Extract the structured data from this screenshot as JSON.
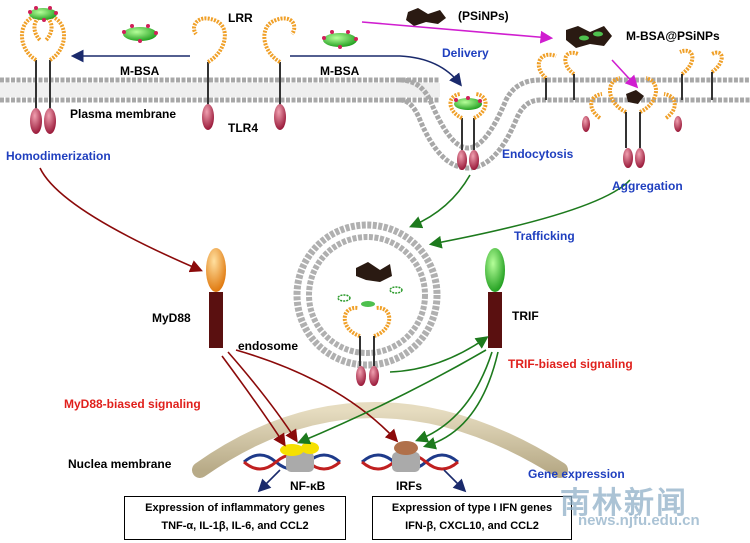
{
  "labels": {
    "lrr": "LRR",
    "psinps": "(PSiNPs)",
    "m_bsa_psinps": "M-BSA@PSiNPs",
    "m_bsa_left": "M-BSA",
    "m_bsa_mid": "M-BSA",
    "delivery": "Delivery",
    "plasma_membrane": "Plasma membrane",
    "tlr4": "TLR4",
    "homodimerization": "Homodimerization",
    "endocytosis": "Endocytosis",
    "aggregation": "Aggregation",
    "trafficking": "Trafficking",
    "myd88": "MyD88",
    "trif": "TRIF",
    "endosome": "endosome",
    "myd88_signaling": "MyD88-biased signaling",
    "trif_signaling": "TRIF-biased signaling",
    "nuclea_membrane": "Nuclea membrane",
    "gene_expression": "Gene expression",
    "nfkb": "NF-κB",
    "irfs": "IRFs"
  },
  "boxes": {
    "inflammatory_title": "Expression of inflammatory genes",
    "inflammatory_genes": "TNF-α, IL-1β, IL-6, and CCL2",
    "ifn_title": "Expression of type I IFN genes",
    "ifn_genes": "IFN-β, CXCL10, and CCL2"
  },
  "watermark": {
    "chinese": "南林新闻",
    "url": "news.njfu.edu.cn"
  },
  "colors": {
    "blue_label": "#1f3fbf",
    "red_label": "#e0201c",
    "dark_red_arrow": "#8b0a0a",
    "green_arrow": "#1d7a1d",
    "navy_arrow": "#1a2a6c",
    "magenta_arrow": "#d01ed0",
    "lipid_head": "#b8b8b8",
    "lrr_orange": "#f0a028",
    "tir_red": "#b0304a"
  }
}
